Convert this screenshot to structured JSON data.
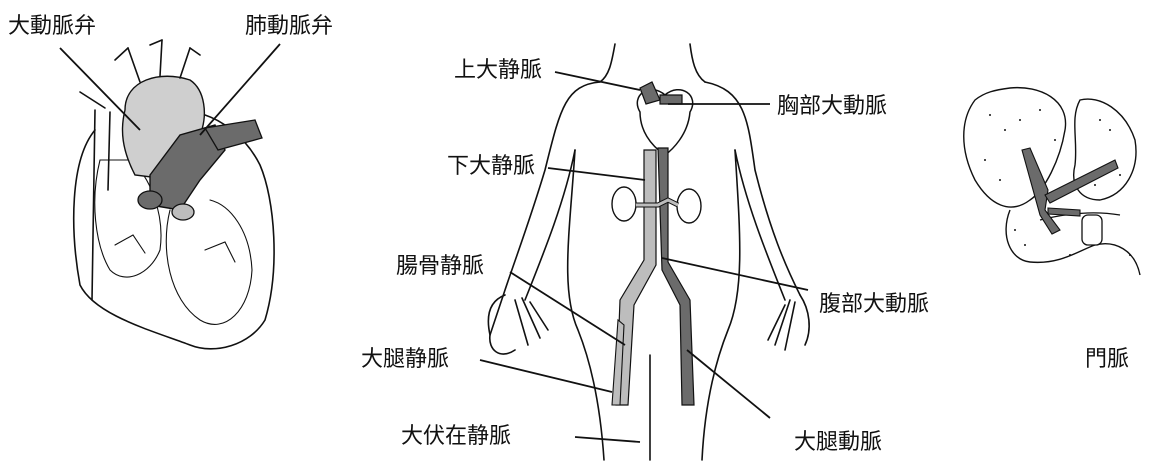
{
  "colors": {
    "aorta_light": "#cfcfcf",
    "vessel_dark": "#6b6b6b",
    "vein_light": "#bdbdbd",
    "outline": "#111111"
  },
  "heart_panel": {
    "aortic_valve": "大動脈弁",
    "pulmonary_valve": "肺動脈弁"
  },
  "body_panel": {
    "superior_vena_cava": "上大静脈",
    "thoracic_aorta": "胸部大動脈",
    "inferior_vena_cava": "下大静脈",
    "common_iliac_vein": "腸骨静脈",
    "abdominal_aorta": "腹部大動脈",
    "femoral_vein": "大腿静脈",
    "great_saphenous_vein": "大伏在静脈",
    "femoral_artery": "大腿動脈"
  },
  "liver_panel": {
    "portal_vein": "門脈"
  }
}
